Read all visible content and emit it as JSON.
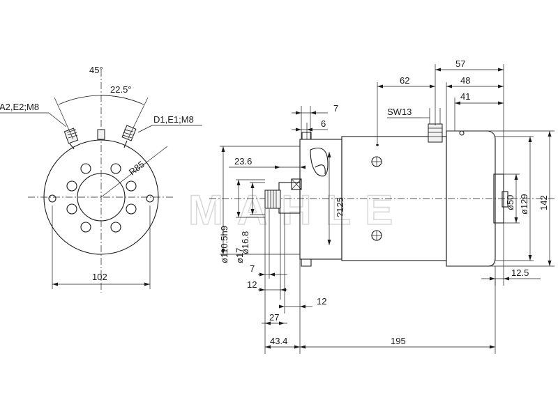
{
  "watermark": "MAHLE",
  "front_view": {
    "angle_top": "45°",
    "angle_inner": "22.5°",
    "terminal_left": "A2,E2;M8",
    "terminal_right": "D1,E1;M8",
    "radius": "R85",
    "width": "102"
  },
  "side_view": {
    "dim_57": "57",
    "dim_62": "62",
    "dim_48": "48",
    "dim_41": "41",
    "dim_7_top": "7",
    "dim_6": "6",
    "wrench": "SW13",
    "dim_23_6": "23.6",
    "dia_125": "?125",
    "dia_110": "ø110.5h9",
    "dia_17": "ø17",
    "dia_16_8": "ø16.8",
    "dia_50": "ø50",
    "dia_129": "ø129",
    "dim_142": "142",
    "dim_7_bottom": "7",
    "dim_12_a": "12",
    "dim_12_b": "12",
    "dim_12_5": "12.5",
    "dim_27": "27",
    "dim_43_4": "43.4",
    "dim_195": "195"
  }
}
